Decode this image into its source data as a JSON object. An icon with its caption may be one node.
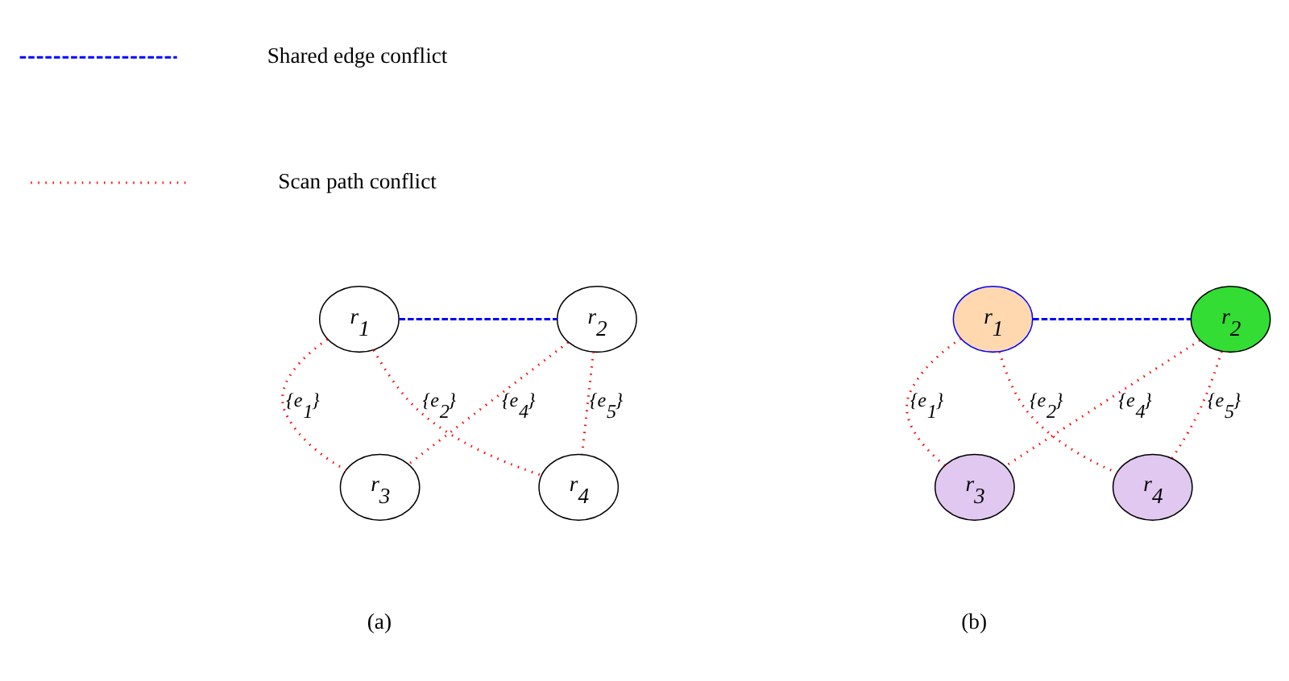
{
  "diagram": {
    "nodes": [
      {
        "text": [
          "r$_{1}$"
        ]
      },
      {
        "text": [
          "r$_{2}$"
        ]
      },
      {
        "text": [
          "r$_{3}$"
        ]
      },
      {
        "text": [
          "r$_{4}$"
        ]
      },
      {
        "text": [
          "r$_{1}$"
        ]
      },
      {
        "text": [
          "r$_{2}$"
        ]
      },
      {
        "text": [
          "r$_{3}$"
        ]
      },
      {
        "text": [
          "r$_{4}$"
        ]
      }
    ],
    "edges": [
      {
        "from": 0,
        "to": 1,
        "arrow": "none",
        "style": "dashed",
        "color": "#0000ff"
      },
      {
        "from": 0,
        "to": 2,
        "arrow": "none",
        "label": "{e$_{1}$}"
      },
      {
        "from": 1,
        "to": 2,
        "arrow": "none",
        "label": "{e$_{4}$}"
      },
      {
        "from": 1,
        "to": 3,
        "arrow": "none",
        "label": "{e$_{5}$}"
      },
      {
        "from": 0,
        "to": 3,
        "arrow": "none",
        "label": "{e$_{2}$}"
      },
      {
        "from": 4,
        "to": 5,
        "arrow": "none",
        "style": "dashed",
        "color": "#0000ff"
      },
      {
        "from": 4,
        "to": 6,
        "arrow": "none",
        "label": "{e$_{1}$}"
      },
      {
        "from": 5,
        "to": 6,
        "arrow": "none",
        "label": "{e$_{4}$}"
      },
      {
        "from": 5,
        "to": 7,
        "arrow": "none",
        "label": "{e$_{5}$}"
      },
      {
        "from": 4,
        "to": 7,
        "arrow": "none",
        "label": "{e$_{2}$}"
      }
    ],
    "labels": [
      "(a)",
      "(b)"
    ],
    "legend": [
      {
        "text": "Shared edge conflict"
      },
      {
        "text": "Scan path conflict"
      }
    ]
  }
}
